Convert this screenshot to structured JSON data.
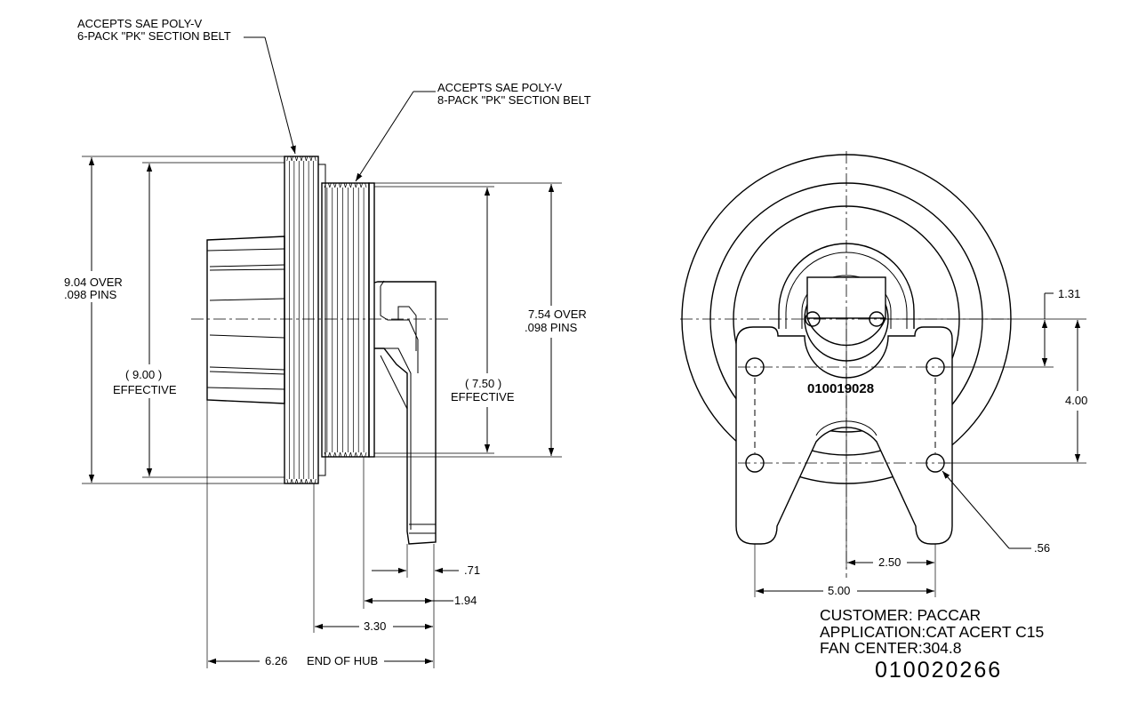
{
  "callouts": {
    "belt_6pk_line1": "ACCEPTS SAE POLY-V",
    "belt_6pk_line2": "6-PACK \"PK\" SECTION BELT",
    "belt_8pk_line1": "ACCEPTS SAE POLY-V",
    "belt_8pk_line2": "8-PACK \"PK\" SECTION BELT"
  },
  "side_view": {
    "dia_over_pins_left_1": "9.04  OVER",
    "dia_over_pins_left_2": ".098 PINS",
    "dia_effective_left_1": "(  9.00  )",
    "dia_effective_left_2": "EFFECTIVE",
    "dia_over_pins_right_1": "7.54 OVER",
    "dia_over_pins_right_2": ".098 PINS",
    "dia_effective_right_1": "(  7.50  )",
    "dia_effective_right_2": "EFFECTIVE",
    "dim_flange": ".71",
    "dim_1_94": "1.94",
    "dim_3_30": "3.30",
    "dim_6_26": "6.26",
    "end_of_hub": "END OF HUB"
  },
  "front_view": {
    "part_stamp": "010019028",
    "dim_1_31": "1.31",
    "dim_4_00": "4.00",
    "dim_hole": ".56",
    "dim_2_50": "2.50",
    "dim_5_00": "5.00"
  },
  "info": {
    "customer": "CUSTOMER: PACCAR",
    "application": "APPLICATION:CAT  ACERT C15",
    "fan_center": "FAN CENTER:304.8",
    "part_number": "010020266"
  }
}
